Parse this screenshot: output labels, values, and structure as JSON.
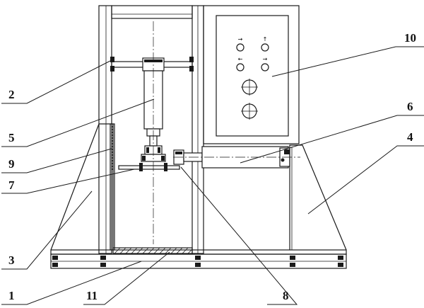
{
  "diagram": {
    "callouts": {
      "c1": "1",
      "c2": "2",
      "c3": "3",
      "c4": "4",
      "c5": "5",
      "c6": "6",
      "c7": "7",
      "c8": "8",
      "c9": "9",
      "c10": "10",
      "c11": "11"
    },
    "control_panel": {
      "arrow_right_up": "→",
      "arrow_up": "↑",
      "arrow_left": "←",
      "arrow_right": "→"
    }
  }
}
